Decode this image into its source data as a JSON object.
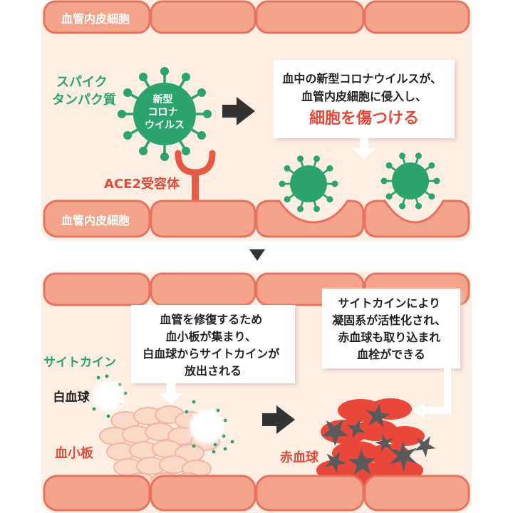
{
  "colors": {
    "panel_bg": "#fdeee3",
    "cell_fill": "#f4a48b",
    "cell_stroke": "#e6735f",
    "virus": "#2ba36c",
    "virus_light": "#4cbc86",
    "green_text": "#2ba36c",
    "red_text": "#e04b3a",
    "receptor": "#e45a45",
    "rbc": "#e8473a",
    "cytokine": "#ff9a3c",
    "gray_star": "#5a5a5a",
    "dark_arrow": "#333333"
  },
  "top_panel": {
    "cell_label_top": "血管内皮細胞",
    "cell_label_bottom": "血管内皮細胞",
    "spike_label": [
      "スパイク",
      "タンパク質"
    ],
    "virus_label": [
      "新型",
      "コロナ",
      "ウイルス"
    ],
    "receptor_label": "ACE2受容体",
    "caption": [
      "血中の新型コロナウイルスが、",
      "血管内皮細胞に侵入し、"
    ],
    "caption_emphasis": "細胞を傷つける"
  },
  "bottom_panel": {
    "caption_left": [
      "血管を修復するため",
      "血小板が集まり、",
      "白血球からサイトカインが",
      "放出される"
    ],
    "caption_right": [
      "サイトカインにより",
      "凝固系が活性化され、",
      "赤血球も取り込まれ",
      "血栓ができる"
    ],
    "cytokine_label": "サイトカイン",
    "wbc_label": "白血球",
    "platelet_label": "血小板",
    "rbc_label": "赤血球"
  }
}
